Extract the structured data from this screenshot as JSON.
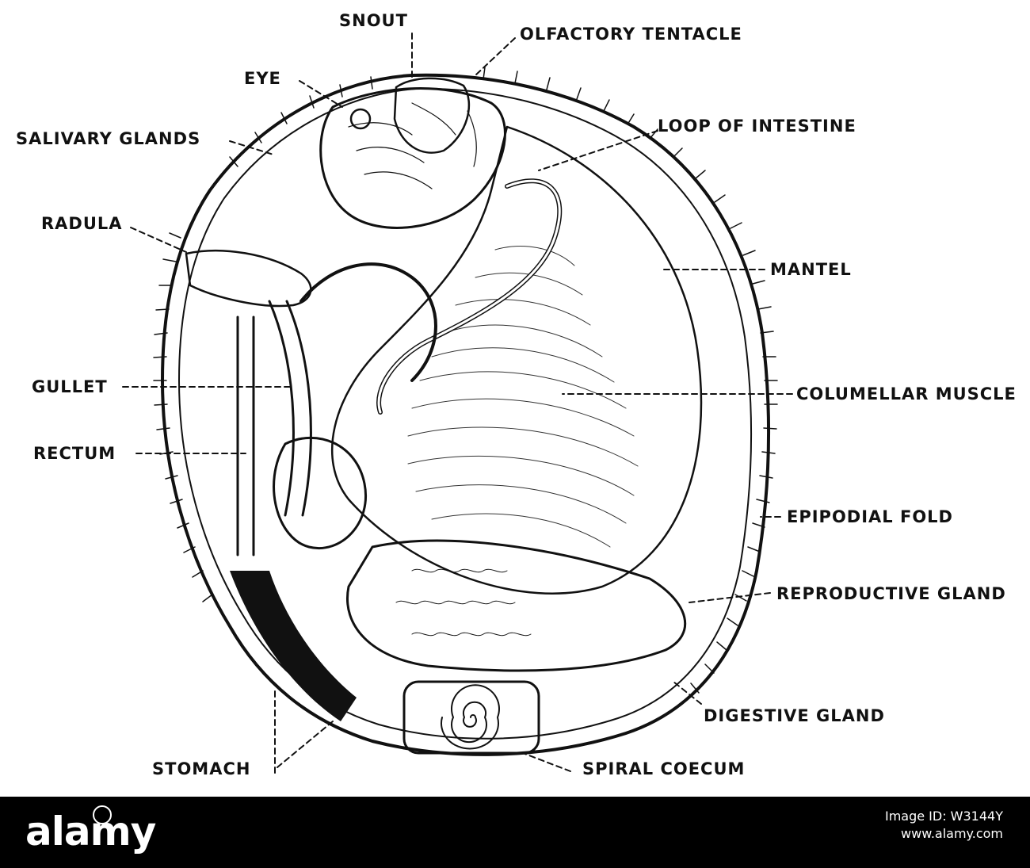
{
  "labels": {
    "snout": "SNOUT",
    "olfactory_tentacle": "OLFACTORY TENTACLE",
    "eye": "EYE",
    "salivary_glands": "SALIVARY GLANDS",
    "loop_of_intestine": "LOOP OF INTESTINE",
    "radula": "RADULA",
    "mantel": "MANTEL",
    "gullet": "GULLET",
    "columellar_muscle": "COLUMELLAR MUSCLE",
    "rectum": "RECTUM",
    "epipodial_fold": "EPIPODIAL FOLD",
    "reproductive_gland": "REPRODUCTIVE GLAND",
    "digestive_gland": "DIGESTIVE GLAND",
    "stomach": "STOMACH",
    "spiral_coecum": "SPIRAL COECUM"
  },
  "footer": {
    "brand": "alamy",
    "image_id": "Image ID: W3144Y",
    "site": "www.alamy.com"
  },
  "colors": {
    "ink": "#111111",
    "paper": "#ffffff",
    "footer_bg": "#000000",
    "footer_text": "#ffffff"
  }
}
